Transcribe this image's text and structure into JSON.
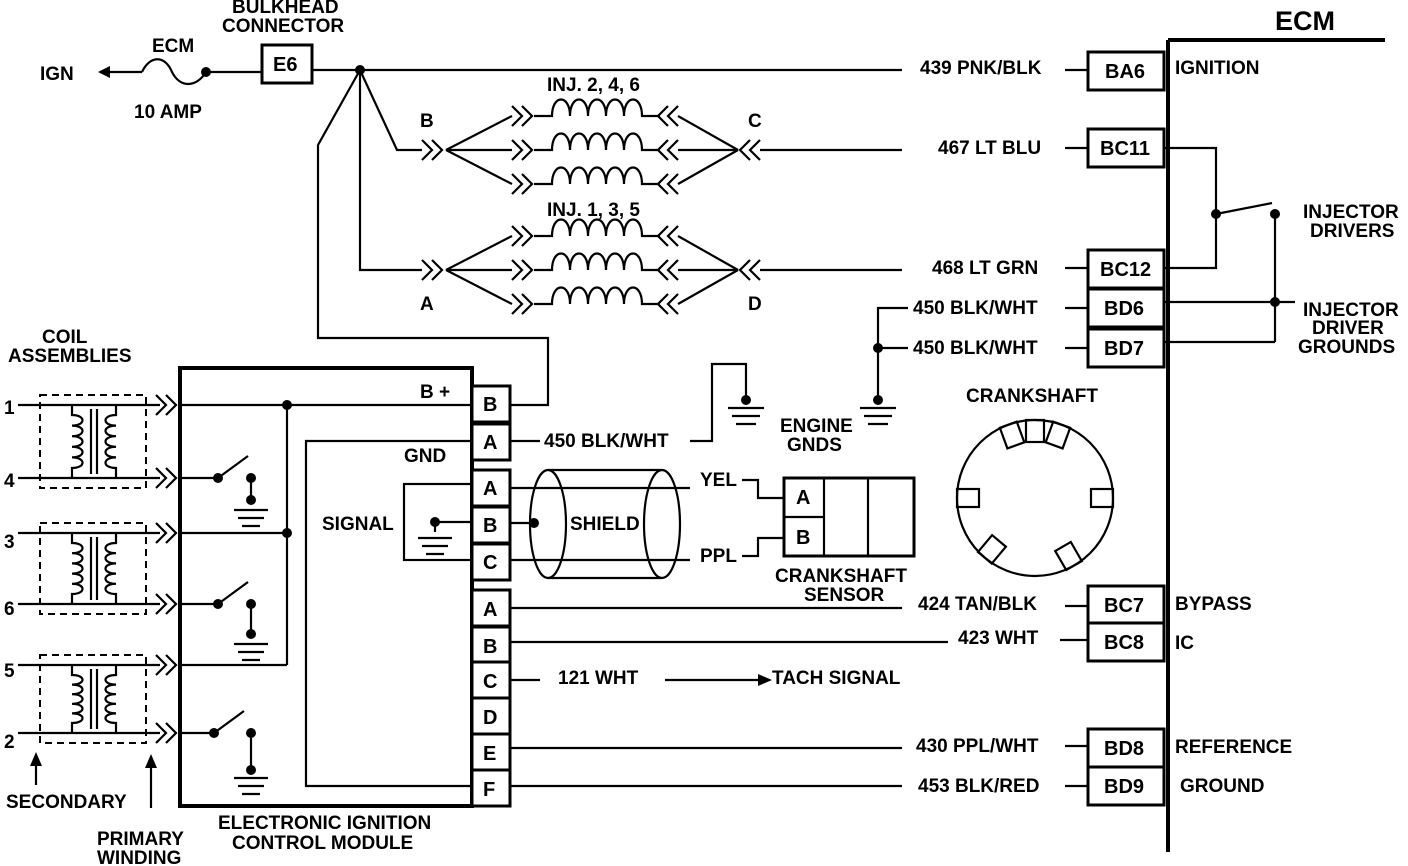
{
  "header": {
    "ecm_title": "ECM"
  },
  "fuse": {
    "top_label": "ECM",
    "bottom_label": "10 AMP",
    "ign_label": "IGN"
  },
  "bulkhead": {
    "title_line1": "BULKHEAD",
    "title_line2": "CONNECTOR",
    "pin": "E6"
  },
  "injectors": {
    "bank_top_label": "INJ. 2, 4, 6",
    "bank_bottom_label": "INJ. 1, 3, 5",
    "conn_b": "B",
    "conn_c": "C",
    "conn_a": "A",
    "conn_d": "D"
  },
  "ecm_pins": [
    {
      "wire": "439 PNK/BLK",
      "pin": "BA6",
      "function": "IGNITION"
    },
    {
      "wire": "467 LT BLU",
      "pin": "BC11",
      "function": ""
    },
    {
      "wire": "468 LT GRN",
      "pin": "BC12",
      "function": ""
    },
    {
      "wire": "450 BLK/WHT",
      "pin": "BD6",
      "function": ""
    },
    {
      "wire": "450 BLK/WHT",
      "pin": "BD7",
      "function": ""
    },
    {
      "wire": "424 TAN/BLK",
      "pin": "BC7",
      "function": "BYPASS"
    },
    {
      "wire": "423 WHT",
      "pin": "BC8",
      "function": "IC"
    },
    {
      "wire": "430 PPL/WHT",
      "pin": "BD8",
      "function": "REFERENCE"
    },
    {
      "wire": "453 BLK/RED",
      "pin": "BD9",
      "function": "GROUND"
    }
  ],
  "ecm_labels": {
    "injector_drivers": [
      "INJECTOR",
      "DRIVERS"
    ],
    "injector_driver_grounds": [
      "INJECTOR",
      "DRIVER",
      "GROUNDS"
    ]
  },
  "ignition_module": {
    "title_line1": "ELECTRONIC IGNITION",
    "title_line2": "CONTROL MODULE",
    "b_plus": "B +",
    "gnd": "GND",
    "signal": "SIGNAL",
    "pins_top": [
      "B",
      "A"
    ],
    "pins_mid": [
      "A",
      "B",
      "C"
    ],
    "pins_bottom": [
      "A",
      "B",
      "C",
      "D",
      "E",
      "F"
    ],
    "gnd_wire": "450 BLK/WHT",
    "tach_wire": "121 WHT",
    "tach_signal": "TACH SIGNAL"
  },
  "coils": {
    "title_line1": "COIL",
    "title_line2": "ASSEMBLIES",
    "terminals": [
      "1",
      "4",
      "3",
      "6",
      "5",
      "2"
    ],
    "secondary": "SECONDARY",
    "primary_line1": "PRIMARY",
    "primary_line2": "WINDING"
  },
  "engine_gnds": {
    "line1": "ENGINE",
    "line2": "GNDS"
  },
  "crank_sensor": {
    "shield": "SHIELD",
    "yel": "YEL",
    "ppl": "PPL",
    "pin_a": "A",
    "pin_b": "B",
    "title_line1": "CRANKSHAFT",
    "title_line2": "SENSOR"
  },
  "crankshaft": {
    "label": "CRANKSHAFT"
  }
}
